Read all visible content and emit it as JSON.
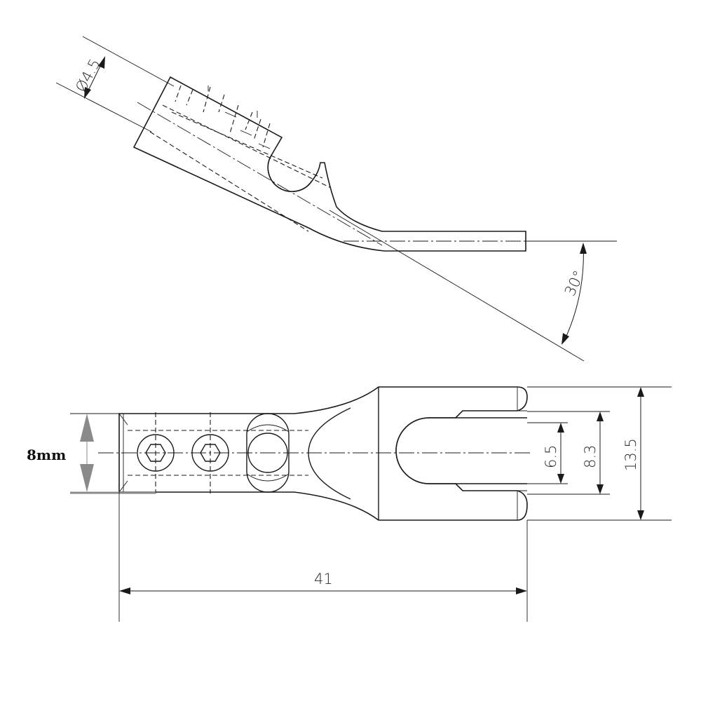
{
  "side_view": {
    "diameter_label": "Ø4.5",
    "angle_label": "30°"
  },
  "top_view": {
    "height_label": "8mm",
    "inner_slot_label": "6.5",
    "outer_slot_label": "8.3",
    "fork_width_label": "13.5",
    "length_label": "41"
  }
}
